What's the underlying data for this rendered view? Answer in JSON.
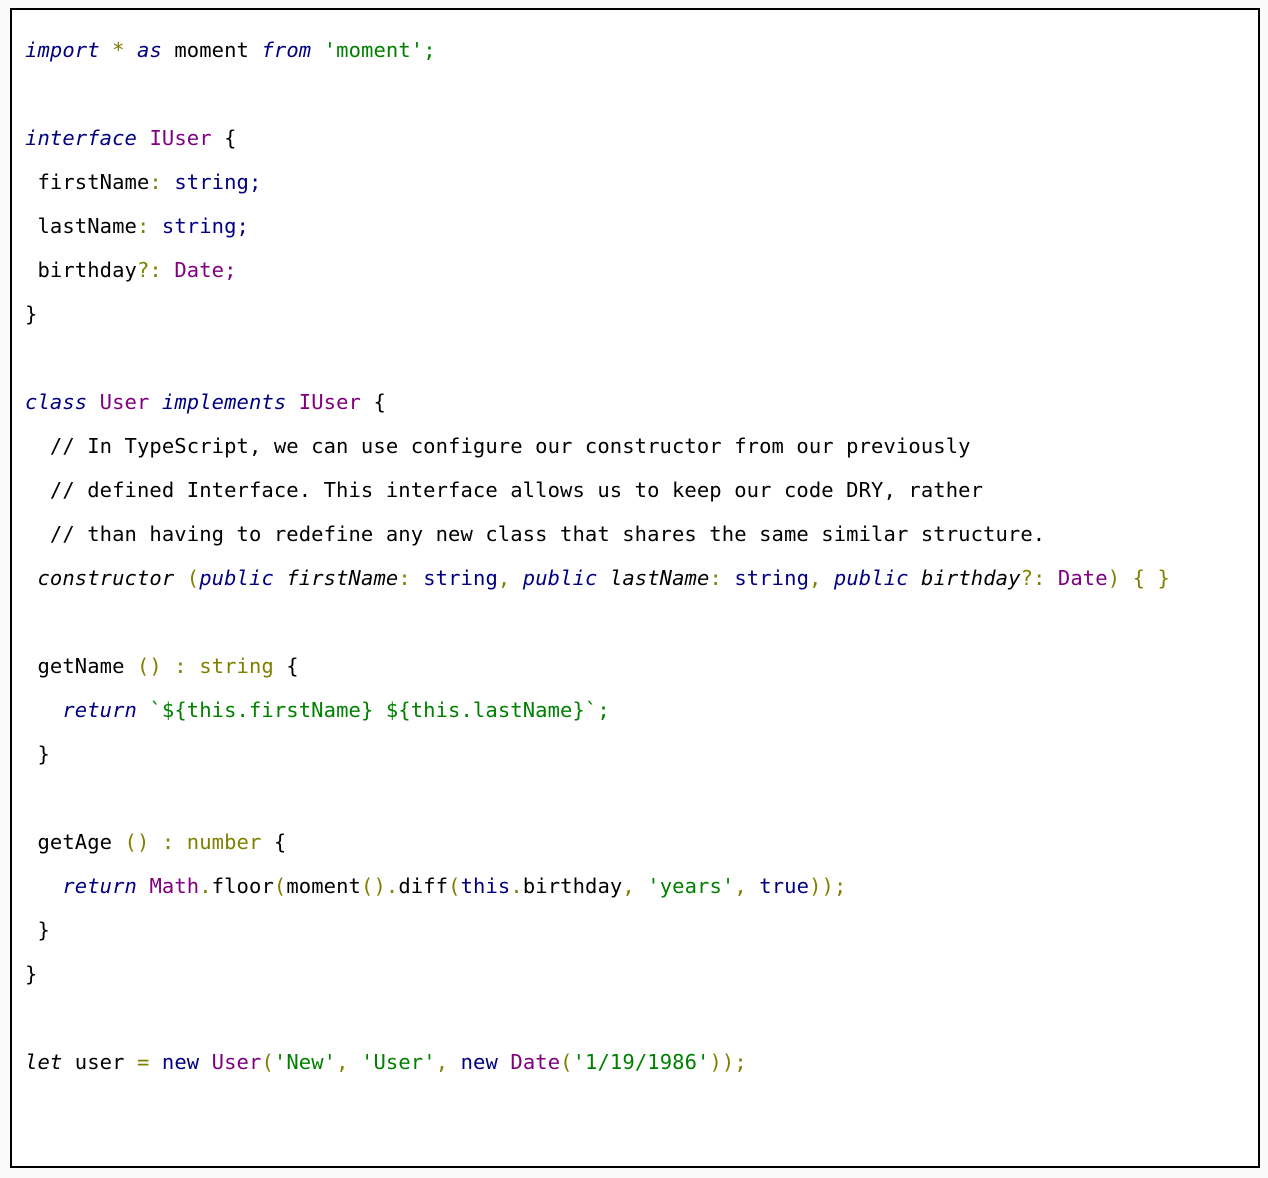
{
  "code_block": {
    "language": "typescript",
    "lines": [
      [
        {
          "t": "import",
          "c": "kw"
        },
        {
          "t": " ",
          "c": "id"
        },
        {
          "t": "*",
          "c": "op"
        },
        {
          "t": " ",
          "c": "id"
        },
        {
          "t": "as",
          "c": "kw"
        },
        {
          "t": " moment ",
          "c": "id"
        },
        {
          "t": "from",
          "c": "kw"
        },
        {
          "t": " ",
          "c": "id"
        },
        {
          "t": "'moment'",
          "c": "str"
        },
        {
          "t": ";",
          "c": "str"
        }
      ],
      [],
      [
        {
          "t": "interface",
          "c": "kw"
        },
        {
          "t": " ",
          "c": "id"
        },
        {
          "t": "IUser",
          "c": "ty"
        },
        {
          "t": " {",
          "c": "id"
        }
      ],
      [
        {
          "t": " firstName",
          "c": "id"
        },
        {
          "t": ":",
          "c": "pun"
        },
        {
          "t": " ",
          "c": "id"
        },
        {
          "t": "string;",
          "c": "tyn"
        }
      ],
      [
        {
          "t": " lastName",
          "c": "id"
        },
        {
          "t": ":",
          "c": "pun"
        },
        {
          "t": " ",
          "c": "id"
        },
        {
          "t": "string;",
          "c": "tyn"
        }
      ],
      [
        {
          "t": " birthday",
          "c": "id"
        },
        {
          "t": "?:",
          "c": "pun"
        },
        {
          "t": " ",
          "c": "id"
        },
        {
          "t": "Date;",
          "c": "ty"
        }
      ],
      [
        {
          "t": "}",
          "c": "id"
        }
      ],
      [],
      [
        {
          "t": "class",
          "c": "kw"
        },
        {
          "t": " ",
          "c": "id"
        },
        {
          "t": "User",
          "c": "ty"
        },
        {
          "t": " ",
          "c": "id"
        },
        {
          "t": "implements",
          "c": "kw"
        },
        {
          "t": " ",
          "c": "id"
        },
        {
          "t": "IUser",
          "c": "ty"
        },
        {
          "t": " {",
          "c": "id"
        }
      ],
      [
        {
          "t": "  // In TypeScript, we can use configure our constructor from our previously",
          "c": "cm"
        }
      ],
      [
        {
          "t": "  // defined Interface. This interface allows us to keep our code DRY, rather",
          "c": "cm"
        }
      ],
      [
        {
          "t": "  // than having to redefine any new class that shares the same similar structure.",
          "c": "cm"
        }
      ],
      [
        {
          "t": " ",
          "c": "id"
        },
        {
          "t": "constructor",
          "c": "kwb"
        },
        {
          "t": " ",
          "c": "id"
        },
        {
          "t": "(",
          "c": "pun"
        },
        {
          "t": "public",
          "c": "kw"
        },
        {
          "t": " ",
          "c": "id"
        },
        {
          "t": "firstName",
          "c": "kwb"
        },
        {
          "t": ":",
          "c": "pun"
        },
        {
          "t": " ",
          "c": "id"
        },
        {
          "t": "string",
          "c": "nv"
        },
        {
          "t": ",",
          "c": "pun"
        },
        {
          "t": " ",
          "c": "id"
        },
        {
          "t": "public",
          "c": "kw"
        },
        {
          "t": " ",
          "c": "id"
        },
        {
          "t": "lastName",
          "c": "kwb"
        },
        {
          "t": ":",
          "c": "pun"
        },
        {
          "t": " ",
          "c": "id"
        },
        {
          "t": "string",
          "c": "nv"
        },
        {
          "t": ",",
          "c": "pun"
        },
        {
          "t": " ",
          "c": "id"
        },
        {
          "t": "public",
          "c": "kw"
        },
        {
          "t": " ",
          "c": "id"
        },
        {
          "t": "birthday",
          "c": "kwb"
        },
        {
          "t": "?:",
          "c": "pun"
        },
        {
          "t": " ",
          "c": "id"
        },
        {
          "t": "Date",
          "c": "ty"
        },
        {
          "t": ")",
          "c": "pun"
        },
        {
          "t": " ",
          "c": "id"
        },
        {
          "t": "{ }",
          "c": "pun"
        }
      ],
      [],
      [
        {
          "t": " getName ",
          "c": "id"
        },
        {
          "t": "() : string",
          "c": "pun"
        },
        {
          "t": " {",
          "c": "id"
        }
      ],
      [
        {
          "t": "   ",
          "c": "id"
        },
        {
          "t": "return",
          "c": "kw"
        },
        {
          "t": " ",
          "c": "id"
        },
        {
          "t": "`${this.firstName} ${this.lastName}`;",
          "c": "str"
        }
      ],
      [
        {
          "t": " }",
          "c": "id"
        }
      ],
      [],
      [
        {
          "t": " getAge ",
          "c": "id"
        },
        {
          "t": "() : number",
          "c": "pun"
        },
        {
          "t": " {",
          "c": "id"
        }
      ],
      [
        {
          "t": "   ",
          "c": "id"
        },
        {
          "t": "return",
          "c": "kw"
        },
        {
          "t": " ",
          "c": "id"
        },
        {
          "t": "Math",
          "c": "ty"
        },
        {
          "t": ".",
          "c": "pun"
        },
        {
          "t": "floor",
          "c": "id"
        },
        {
          "t": "(",
          "c": "pun"
        },
        {
          "t": "moment",
          "c": "id"
        },
        {
          "t": "()",
          "c": "pun"
        },
        {
          "t": ".",
          "c": "pun"
        },
        {
          "t": "diff",
          "c": "id"
        },
        {
          "t": "(",
          "c": "pun"
        },
        {
          "t": "this",
          "c": "nv"
        },
        {
          "t": ".",
          "c": "pun"
        },
        {
          "t": "birthday",
          "c": "id"
        },
        {
          "t": ",",
          "c": "pun"
        },
        {
          "t": " ",
          "c": "id"
        },
        {
          "t": "'years'",
          "c": "str"
        },
        {
          "t": ",",
          "c": "pun"
        },
        {
          "t": " ",
          "c": "id"
        },
        {
          "t": "true",
          "c": "nv"
        },
        {
          "t": "));",
          "c": "pun"
        }
      ],
      [
        {
          "t": " }",
          "c": "id"
        }
      ],
      [
        {
          "t": "}",
          "c": "id"
        }
      ],
      [],
      [
        {
          "t": "let",
          "c": "kwb"
        },
        {
          "t": " user ",
          "c": "id"
        },
        {
          "t": "=",
          "c": "pun"
        },
        {
          "t": " ",
          "c": "id"
        },
        {
          "t": "new",
          "c": "nv"
        },
        {
          "t": " ",
          "c": "id"
        },
        {
          "t": "User",
          "c": "ty"
        },
        {
          "t": "(",
          "c": "pun"
        },
        {
          "t": "'New'",
          "c": "str"
        },
        {
          "t": ",",
          "c": "pun"
        },
        {
          "t": " ",
          "c": "id"
        },
        {
          "t": "'User'",
          "c": "str"
        },
        {
          "t": ",",
          "c": "pun"
        },
        {
          "t": " ",
          "c": "id"
        },
        {
          "t": "new",
          "c": "nv"
        },
        {
          "t": " ",
          "c": "id"
        },
        {
          "t": "Date",
          "c": "ty"
        },
        {
          "t": "(",
          "c": "pun"
        },
        {
          "t": "'1/19/1986'",
          "c": "str"
        },
        {
          "t": "));",
          "c": "pun"
        }
      ]
    ]
  },
  "colors": {
    "keyword": "#000080",
    "type": "#800080",
    "string": "#008000",
    "punctuation": "#808000",
    "identifier": "#000000",
    "border": "#000000",
    "background": "#ffffff"
  }
}
